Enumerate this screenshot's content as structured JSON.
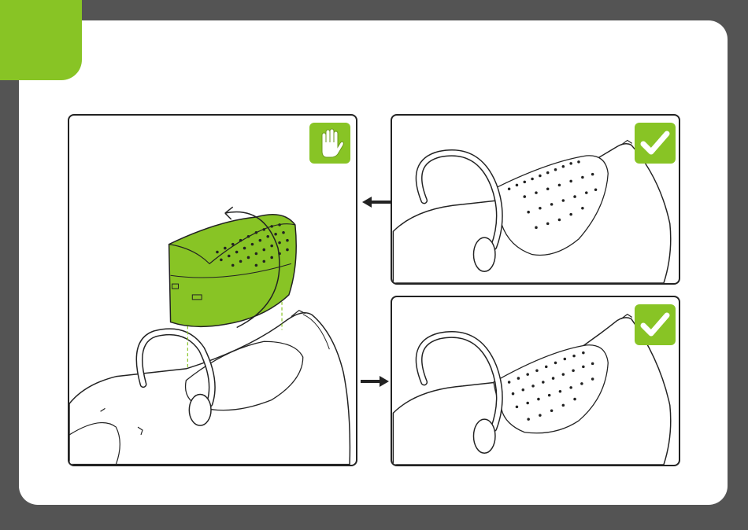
{
  "colors": {
    "frame": "#545454",
    "sheet": "#ffffff",
    "accent": "#88c425",
    "ink": "#222222"
  },
  "panels": [
    {
      "name": "incorrect-placement",
      "badge_icon": "stop-hand-icon"
    },
    {
      "name": "correct-placement-1",
      "badge_icon": "checkmark-icon"
    },
    {
      "name": "correct-placement-2",
      "badge_icon": "checkmark-icon"
    }
  ],
  "arrows": [
    {
      "name": "arrow-left-icon"
    },
    {
      "name": "arrow-right-icon"
    }
  ]
}
